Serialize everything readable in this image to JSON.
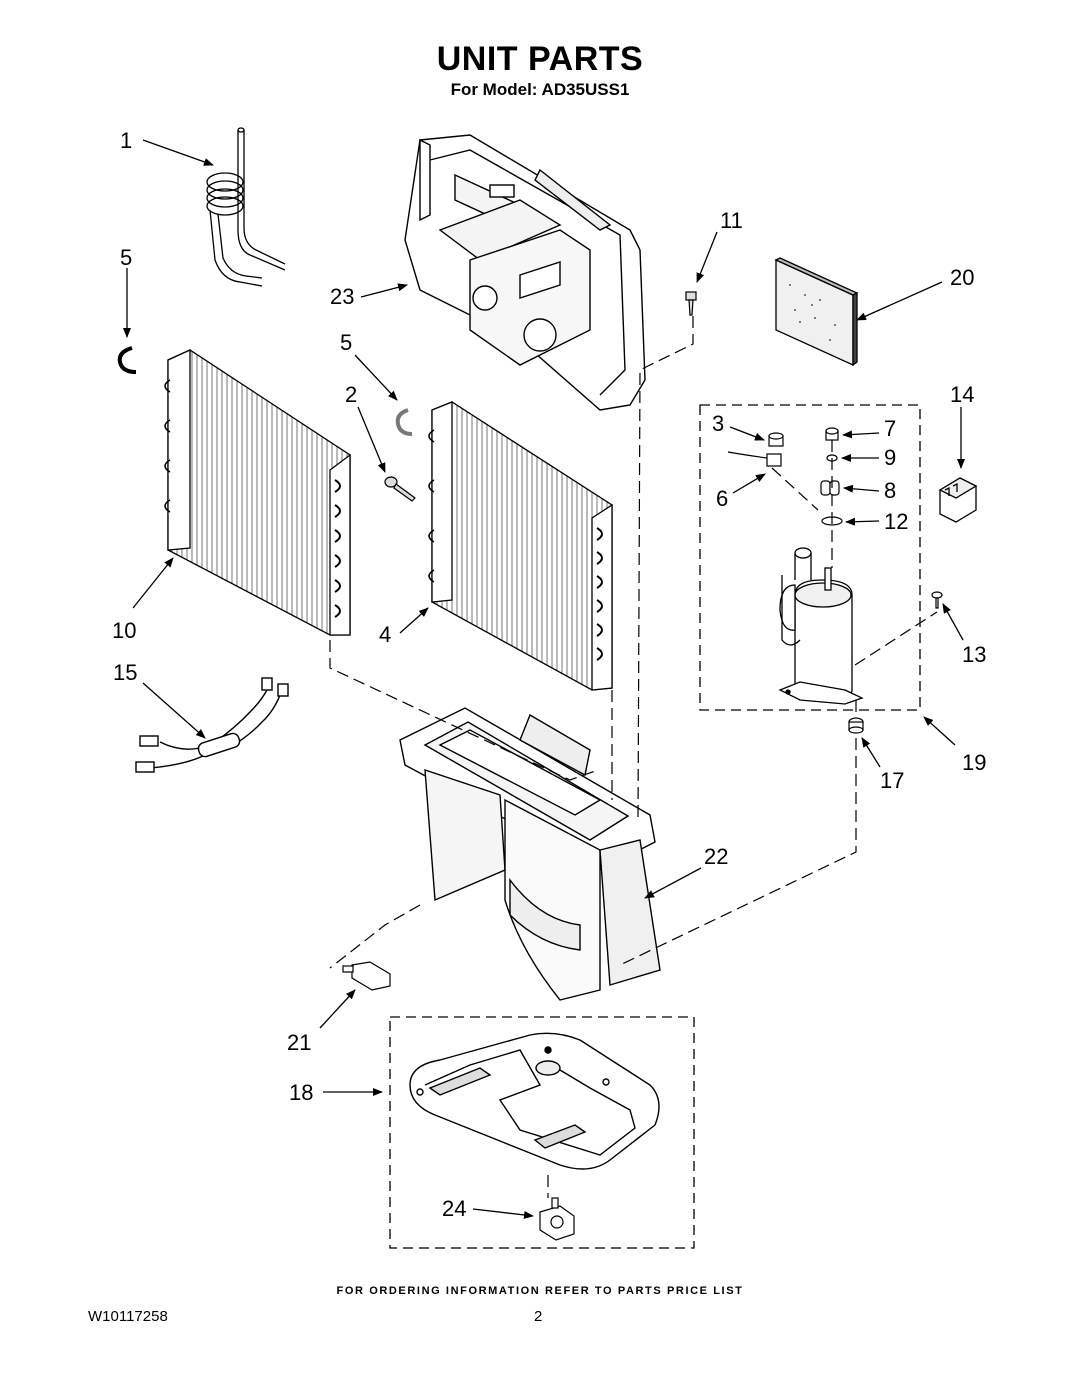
{
  "header": {
    "title": "UNIT PARTS",
    "model_line": "For Model: AD35USS1"
  },
  "footer": {
    "ordering_note": "FOR ORDERING INFORMATION REFER TO PARTS PRICE LIST",
    "doc_number": "W10117258",
    "page_number": "2"
  },
  "callouts": {
    "c1": "1",
    "c5a": "5",
    "c23": "23",
    "c11": "11",
    "c20": "20",
    "c5b": "5",
    "c2": "2",
    "c14": "14",
    "c3": "3",
    "c7": "7",
    "c9": "9",
    "c6": "6",
    "c8": "8",
    "c12": "12",
    "c10": "10",
    "c4": "4",
    "c13": "13",
    "c15": "15",
    "c17": "17",
    "c19": "19",
    "c22": "22",
    "c21": "21",
    "c18": "18",
    "c24": "24"
  }
}
